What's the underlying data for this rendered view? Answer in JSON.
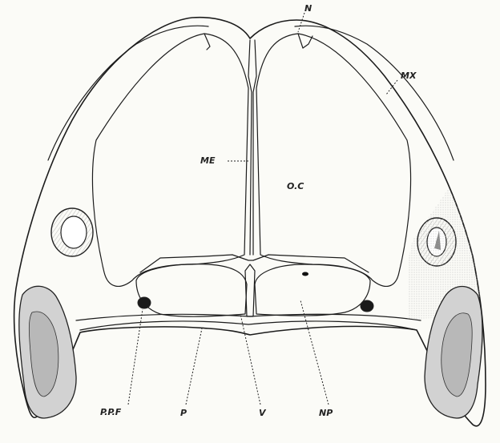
{
  "labels": {
    "n": "N",
    "mx": "MX",
    "me": "ME",
    "oc": "O.C",
    "ppf": "P.P.F",
    "p": "P",
    "v": "V",
    "np": "NP"
  }
}
